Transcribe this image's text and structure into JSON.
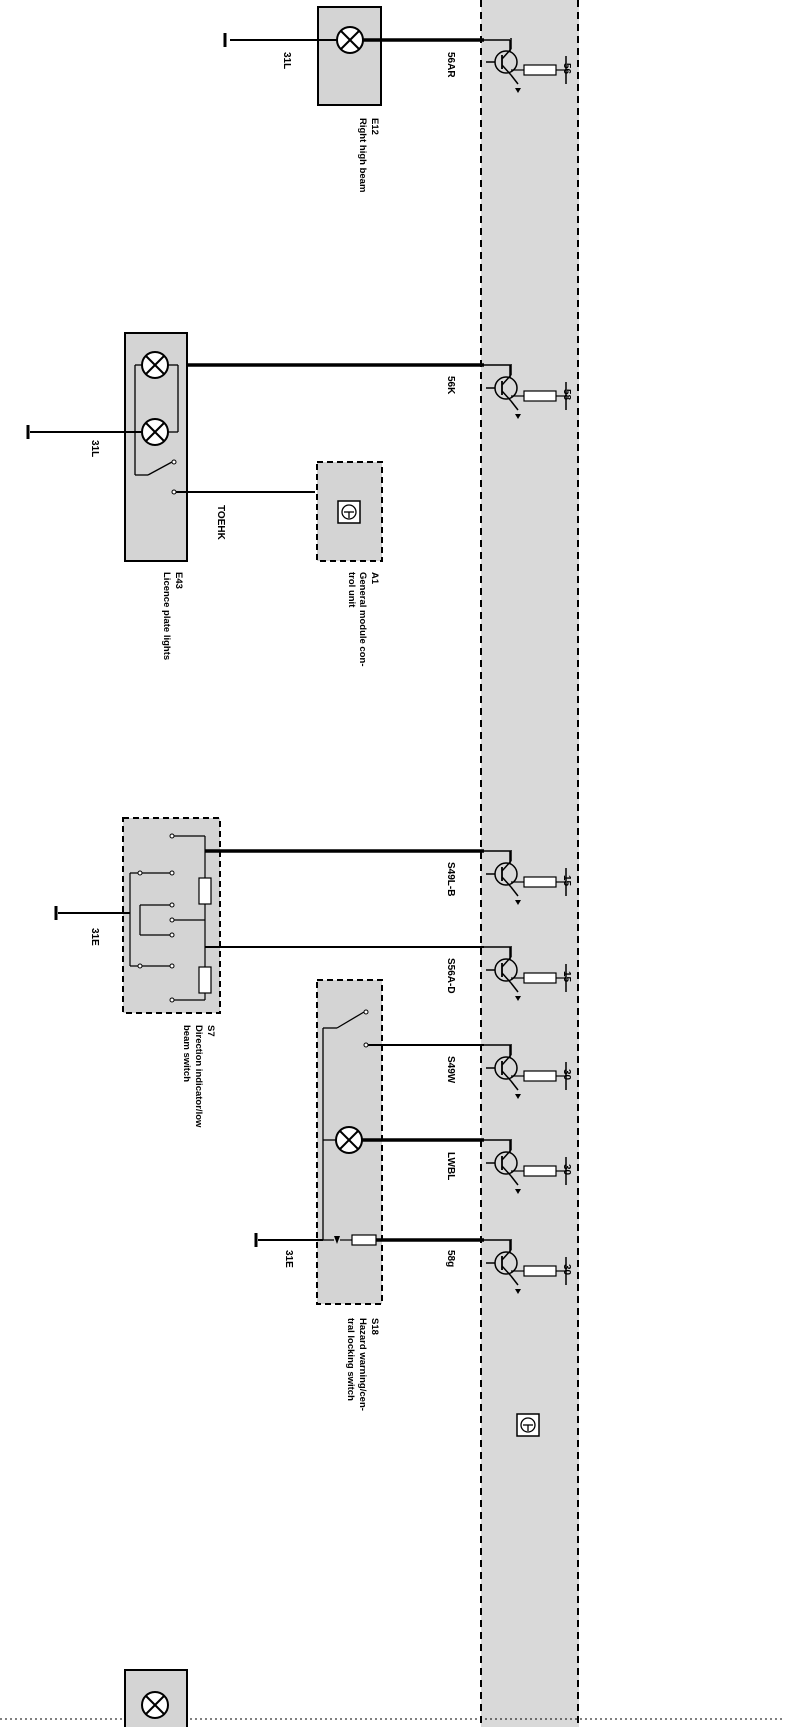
{
  "components": {
    "e12": {
      "id": "E12",
      "name": "Right high beam"
    },
    "e43": {
      "id": "E43",
      "name": "Licence plate lights"
    },
    "a1": {
      "id": "A1",
      "name_line1": "General module con-",
      "name_line2": "trol unit"
    },
    "s7": {
      "id": "S7",
      "name_line1": "Direction indicator/low",
      "name_line2": "beam switch"
    },
    "s18": {
      "id": "S18",
      "name_line1": "Hazard warning/cen-",
      "name_line2": "tral locking switch"
    }
  },
  "ground_labels": {
    "e12": "31L",
    "e43": "31L",
    "s7": "31E",
    "s18": "31E"
  },
  "extra_labels": {
    "toehk": "TOEHK"
  },
  "wires": [
    {
      "label": "56AR",
      "pin": "56"
    },
    {
      "label": "56K",
      "pin": "58"
    },
    {
      "label": "S49L-B",
      "pin": "15"
    },
    {
      "label": "S56A-D",
      "pin": "15"
    },
    {
      "label": "S49W",
      "pin": "30"
    },
    {
      "label": "LWBL",
      "pin": "30"
    },
    {
      "label": "58g",
      "pin": "30"
    }
  ],
  "colors": {
    "module_fill": "#d9d9d9",
    "component_fill": "#d4d4d4",
    "line": "#000000"
  }
}
